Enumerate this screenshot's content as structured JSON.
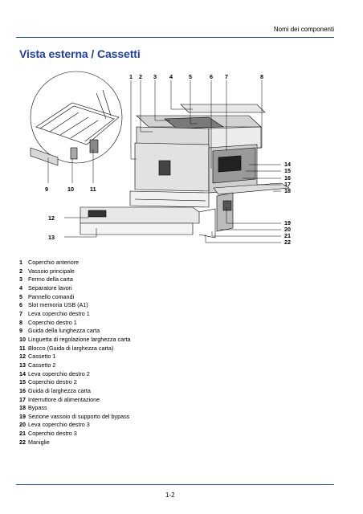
{
  "header": {
    "section": "Nomi dei componenti"
  },
  "title": "Vista esterna / Cassetti",
  "figure": {
    "callouts": [
      "1",
      "2",
      "3",
      "4",
      "5",
      "6",
      "7",
      "8",
      "9",
      "10",
      "11",
      "12",
      "13",
      "14",
      "15",
      "16",
      "17",
      "18",
      "19",
      "20",
      "21",
      "22"
    ]
  },
  "legend": [
    {
      "num": "1",
      "label": "Coperchio anteriore"
    },
    {
      "num": "2",
      "label": "Vassoio principale"
    },
    {
      "num": "3",
      "label": "Fermo della carta"
    },
    {
      "num": "4",
      "label": "Separatore lavori"
    },
    {
      "num": "5",
      "label": "Pannello comandi"
    },
    {
      "num": "6",
      "label": "Slot memoria USB (A1)"
    },
    {
      "num": "7",
      "label": "Leva coperchio destro 1"
    },
    {
      "num": "8",
      "label": "Coperchio destro 1"
    },
    {
      "num": "9",
      "label": "Guida della lunghezza carta"
    },
    {
      "num": "10",
      "label": "Linguetta di regolazione larghezza carta"
    },
    {
      "num": "11",
      "label": "Blocco (Guida di larghezza carta)"
    },
    {
      "num": "12",
      "label": "Cassetto 1"
    },
    {
      "num": "13",
      "label": "Cassetto 2"
    },
    {
      "num": "14",
      "label": "Leva coperchio destro 2"
    },
    {
      "num": "15",
      "label": "Coperchio destro 2"
    },
    {
      "num": "16",
      "label": "Guida di larghezza carta"
    },
    {
      "num": "17",
      "label": "Interruttore di alimentazione"
    },
    {
      "num": "18",
      "label": "Bypass"
    },
    {
      "num": "19",
      "label": "Sezione vassoio di supporto del bypass"
    },
    {
      "num": "20",
      "label": "Leva coperchio destro 3"
    },
    {
      "num": "21",
      "label": "Coperchio destro 3"
    },
    {
      "num": "22",
      "label": "Maniglie"
    }
  ],
  "footer": {
    "page": "1-2"
  }
}
